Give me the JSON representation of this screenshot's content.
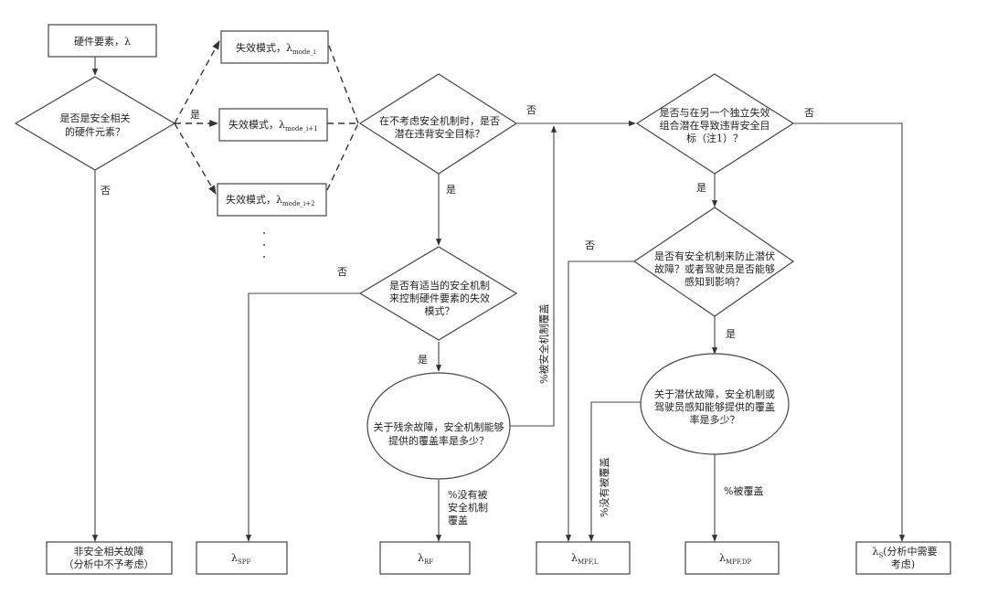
{
  "diagram": {
    "type": "flowchart",
    "nodes": {
      "hw_element": {
        "text": "硬件要素，λ"
      },
      "q_safety_related": {
        "lines": [
          "是否是安全相关",
          "的硬件元素？"
        ]
      },
      "fm_i": {
        "prefix": "失效模式，",
        "symbol": "λ",
        "sub": "mode_i"
      },
      "fm_i1": {
        "prefix": "失效模式，",
        "symbol": "λ",
        "sub": "mode_i+1"
      },
      "fm_i2": {
        "prefix": "失效模式，",
        "symbol": "λ",
        "sub": "mode_i+2"
      },
      "ellipsis": "· · ·",
      "q_violate": {
        "lines": [
          "在不考虑安全机制时，是否",
          "潜在违背安全目标？"
        ]
      },
      "q_mechanism": {
        "lines": [
          "是否有适当的安全机制",
          "来控制硬件要素的失效",
          "模式？"
        ]
      },
      "q_residual": {
        "lines": [
          "关于残余故障，安全机制能够",
          "提供的覆盖率是多少？"
        ]
      },
      "q_combination": {
        "lines": [
          "是否与在另一个独立失效",
          "组合潜在导致违背安全目",
          "标（注1）？"
        ]
      },
      "q_latent_prevent": {
        "lines": [
          "是否有安全机制来防止潜伏",
          "故障？或者驾驶员是否能够",
          "感知到影响？"
        ]
      },
      "q_latent_coverage": {
        "lines": [
          "关于潜伏故障，安全机制或",
          "驾驶员感知能够提供的覆盖",
          "率是多少？"
        ]
      },
      "out_non_safety": {
        "lines": [
          "非安全相关故障",
          "（分析中不予考虑）"
        ]
      },
      "out_spf": {
        "symbol": "λ",
        "sub": "SPF"
      },
      "out_rf": {
        "symbol": "λ",
        "sub": "RF"
      },
      "out_mpf_l": {
        "symbol": "λ",
        "sub": "MPF,L"
      },
      "out_mpf_dp": {
        "symbol": "λ",
        "sub": "MPF,DP"
      },
      "out_s": {
        "symbol": "λ",
        "sub": "S",
        "lines": [
          "(分析中需要",
          "考虑)"
        ]
      }
    },
    "edge_labels": {
      "yes": "是",
      "no": "否",
      "covered_by_mechanism": "%被安全机制覆盖",
      "not_covered_by_mechanism": [
        "%没有被",
        "安全机制",
        "覆盖"
      ],
      "not_covered": "%没有被覆盖",
      "covered": "%被覆盖"
    }
  }
}
